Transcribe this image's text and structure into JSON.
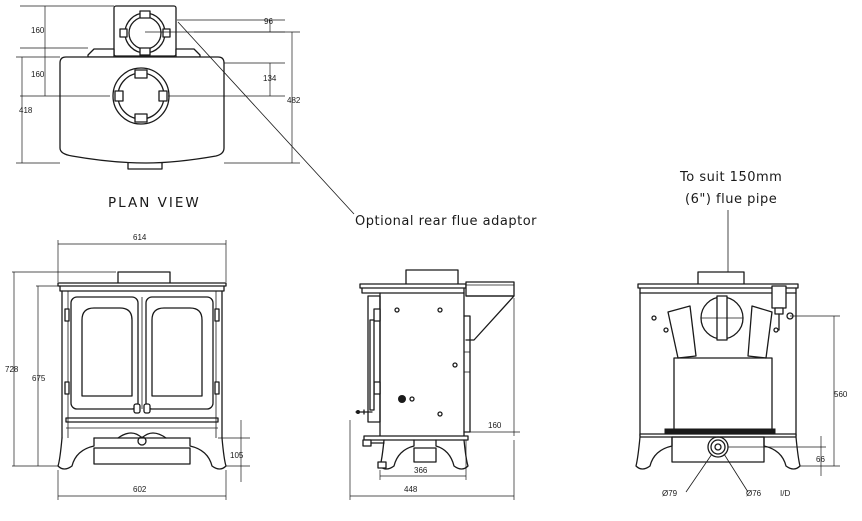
{
  "views": {
    "plan_title": "PLAN VIEW"
  },
  "callouts": {
    "rear_flue": "Optional rear flue adaptor",
    "flue_pipe_line1": "To suit 150mm",
    "flue_pipe_line2": "(6\") flue pipe"
  },
  "dimensions": {
    "plan": {
      "rear_flue_offset": "96",
      "rear_flue_depth": "160",
      "top_flue_depth": "160",
      "top_flue_offset": "134",
      "depth_body": "418",
      "depth_overall": "482"
    },
    "front": {
      "top_width": "614",
      "height_overall": "728",
      "height_body": "675",
      "height_base": "105",
      "base_width": "602"
    },
    "side": {
      "adaptor_depth": "160",
      "depth_body": "366",
      "depth_overall": "448"
    },
    "rear": {
      "outlet_height": "560",
      "air_inlet_height": "66",
      "outer_diameter": "Ø79",
      "inner_diameter": "Ø76",
      "inner_note": "I/D"
    }
  }
}
